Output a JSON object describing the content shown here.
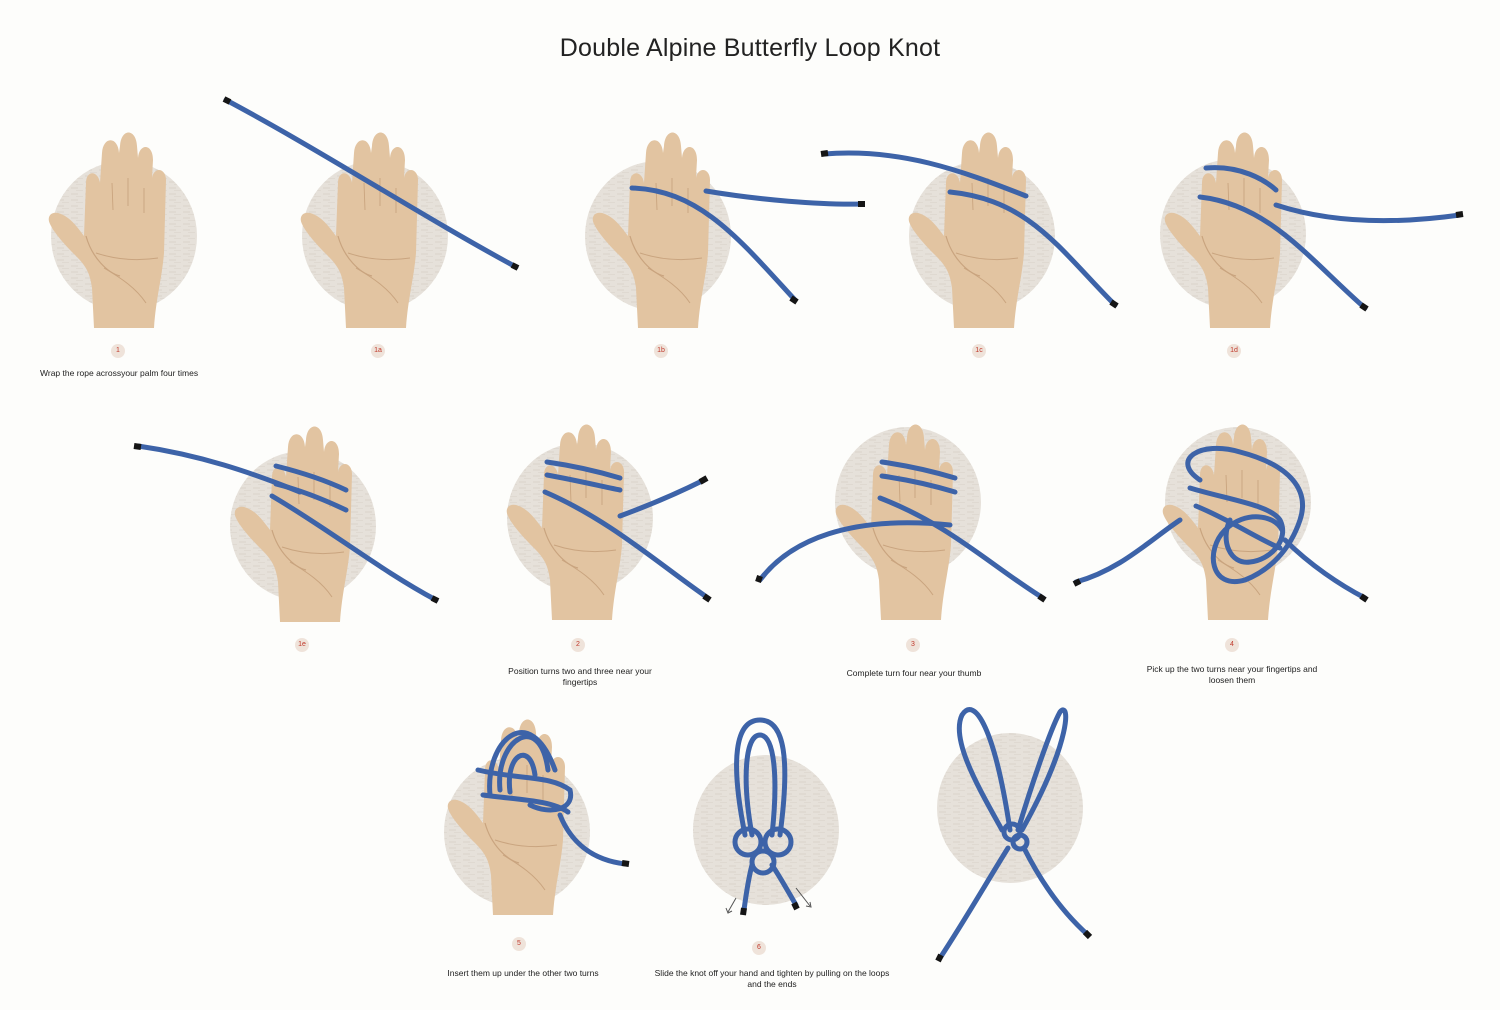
{
  "title": "Double Alpine Butterfly Loop Knot",
  "colors": {
    "rope": "#3d63a8",
    "rope_tip": "#151515",
    "skin": "#e2c4a1",
    "skin_line": "#c9a47f",
    "backdrop": "#e6e1da",
    "step_badge": "#efe3da",
    "step_number": "#c0392b"
  },
  "steps": [
    {
      "id": "1",
      "caption": "Wrap the rope acrossyour palm four times"
    },
    {
      "id": "1a",
      "caption": ""
    },
    {
      "id": "1b",
      "caption": ""
    },
    {
      "id": "1c",
      "caption": ""
    },
    {
      "id": "1d",
      "caption": ""
    },
    {
      "id": "1e",
      "caption": ""
    },
    {
      "id": "2",
      "caption": "Position turns two and three near your fingertips"
    },
    {
      "id": "3",
      "caption": "Complete turn four near your thumb"
    },
    {
      "id": "4",
      "caption": "Pick up the two turns near your fingertips and loosen them"
    },
    {
      "id": "5",
      "caption": "Insert them up under the other two turns"
    },
    {
      "id": "6",
      "caption": "Slide the knot off your hand and tighten by pulling on the loops and the ends"
    },
    {
      "id": "",
      "caption": ""
    }
  ]
}
